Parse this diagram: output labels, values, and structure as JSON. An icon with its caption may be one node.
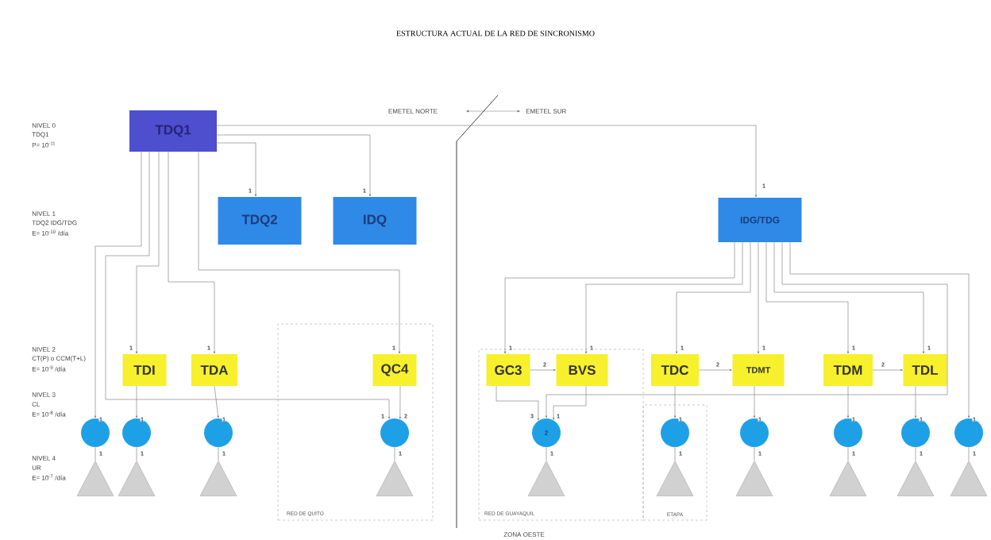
{
  "diagram": {
    "title": "ESTRUCTURA ACTUAL DE LA RED DE SINCRONISMO",
    "nodes": [
      {
        "text": [
          "TDQ1"
        ]
      },
      {
        "text": [
          "TDQ2"
        ]
      },
      {
        "text": [
          "IDQ"
        ]
      },
      {
        "text": [
          "IDG/TDG"
        ]
      },
      {
        "text": [
          "TDI"
        ]
      },
      {
        "text": [
          "TDA"
        ]
      },
      {
        "text": [
          "RED DE QUITO"
        ]
      },
      {
        "text": [
          "QC4"
        ],
        "in": 6
      },
      {
        "text": [
          "RED DE GUAYAQUIL"
        ]
      },
      {
        "text": [
          "GC3"
        ],
        "in": 8
      },
      {
        "text": [
          "BVS"
        ],
        "in": 8
      },
      {
        "text": [
          "TDC"
        ]
      },
      {
        "text": [
          "TDMT"
        ]
      },
      {
        "text": [
          "TDM"
        ]
      },
      {
        "text": [
          "TDL"
        ]
      },
      {
        "text": [
          "ETAPA"
        ]
      },
      {
        "text": [],
        "shape": "circle"
      },
      {
        "text": [],
        "shape": "circle"
      },
      {
        "text": [],
        "shape": "circle"
      },
      {
        "text": [],
        "shape": "circle",
        "in": 6
      },
      {
        "text": [
          "2"
        ],
        "in": 8
      },
      {
        "text": [],
        "shape": "circle",
        "in": 15
      },
      {
        "text": [],
        "shape": "circle"
      },
      {
        "text": [],
        "shape": "circle"
      },
      {
        "text": [],
        "shape": "circle"
      },
      {
        "text": [],
        "shape": "circle"
      },
      {
        "text": [],
        "shape": "triangle"
      },
      {
        "text": [],
        "shape": "triangle"
      },
      {
        "text": [],
        "shape": "triangle"
      },
      {
        "text": [],
        "shape": "triangle",
        "in": 6
      },
      {
        "text": [],
        "shape": "triangle",
        "in": 8
      },
      {
        "text": [],
        "shape": "triangle",
        "in": 15
      },
      {
        "text": [],
        "shape": "triangle"
      },
      {
        "text": [],
        "shape": "triangle"
      },
      {
        "text": [],
        "shape": "triangle"
      },
      {
        "text": [],
        "shape": "triangle"
      }
    ],
    "edges": [
      {
        "from": 0,
        "to": 1,
        "arrow": "to",
        "label": "1"
      },
      {
        "from": 0,
        "to": 2,
        "arrow": "to",
        "label": "1"
      },
      {
        "from": 0,
        "to": 3,
        "arrow": "to",
        "label": "1"
      },
      {
        "from": 0,
        "to": 16,
        "arrow": "to",
        "label": "1"
      },
      {
        "from": 0,
        "to": 19,
        "arrow": "to",
        "label": "1"
      },
      {
        "from": 0,
        "to": 4,
        "arrow": "to",
        "label": "1"
      },
      {
        "from": 0,
        "to": 5,
        "arrow": "to",
        "label": "1"
      },
      {
        "from": 0,
        "to": 7,
        "arrow": "to",
        "label": "1"
      },
      {
        "from": 7,
        "to": 19,
        "arrow": "to",
        "label": "2"
      },
      {
        "from": 4,
        "to": 17,
        "arrow": "to",
        "label": "1"
      },
      {
        "from": 5,
        "to": 18,
        "arrow": "to",
        "label": "1"
      },
      {
        "from": 3,
        "to": 9,
        "arrow": "to",
        "label": "1"
      },
      {
        "from": 3,
        "to": 10,
        "arrow": "to",
        "label": "1"
      },
      {
        "from": 3,
        "to": 11,
        "arrow": "to",
        "label": "1"
      },
      {
        "from": 3,
        "to": 12,
        "arrow": "to",
        "label": "1"
      },
      {
        "from": 3,
        "to": 13,
        "arrow": "to",
        "label": "1"
      },
      {
        "from": 3,
        "to": 14,
        "arrow": "to",
        "label": "1"
      },
      {
        "from": 3,
        "to": 20,
        "arrow": "to"
      },
      {
        "from": 3,
        "to": 25,
        "arrow": "to",
        "label": "1"
      },
      {
        "from": 9,
        "to": 10,
        "arrow": "to",
        "label": "2"
      },
      {
        "from": 11,
        "to": 12,
        "arrow": "to",
        "label": "2"
      },
      {
        "from": 13,
        "to": 14,
        "arrow": "to",
        "label": "2"
      },
      {
        "from": 11,
        "to": 21,
        "arrow": "to",
        "label": "1"
      },
      {
        "from": 12,
        "to": 22,
        "arrow": "to",
        "label": "1"
      },
      {
        "from": 13,
        "to": 23,
        "arrow": "to",
        "label": "1"
      },
      {
        "from": 14,
        "to": 24,
        "arrow": "to",
        "label": "1"
      },
      {
        "from": 9,
        "to": 20,
        "arrow": "to",
        "label": "3"
      },
      {
        "from": 10,
        "to": 20,
        "arrow": "to",
        "label": "1"
      },
      {
        "from": 16,
        "to": 26,
        "arrow": "none",
        "label": "1"
      },
      {
        "from": 17,
        "to": 27,
        "arrow": "none",
        "label": "1"
      },
      {
        "from": 18,
        "to": 28,
        "arrow": "none",
        "label": "1"
      },
      {
        "from": 19,
        "to": 29,
        "arrow": "none",
        "label": "1"
      },
      {
        "from": 20,
        "to": 30,
        "arrow": "none",
        "label": "1"
      },
      {
        "from": 21,
        "to": 31,
        "arrow": "none",
        "label": "1"
      },
      {
        "from": 22,
        "to": 32,
        "arrow": "none",
        "label": "1"
      },
      {
        "from": 23,
        "to": 33,
        "arrow": "none",
        "label": "1"
      },
      {
        "from": 24,
        "to": 34,
        "arrow": "none",
        "label": "1"
      },
      {
        "from": 25,
        "to": 35,
        "arrow": "none",
        "label": "1"
      }
    ],
    "labels": [
      "EMETEL NORTE",
      "EMETEL SUR",
      "NIVEL 0",
      "TDQ1",
      "P= 10$^{-11}$",
      "NIVEL 1",
      "TDQ2 IDG/TDG",
      "E= 10$^{-10}$ /día",
      "NIVEL 2",
      "CT(P) o CCM(T+L)",
      "E= 10$^{-9}$ /día",
      "NIVEL 3",
      "CL",
      "E= 10$^{-8}$ /día",
      "NIVEL 4",
      "UR",
      "E= 10$^{-7}$ /día",
      "ZONA OESTE"
    ]
  }
}
